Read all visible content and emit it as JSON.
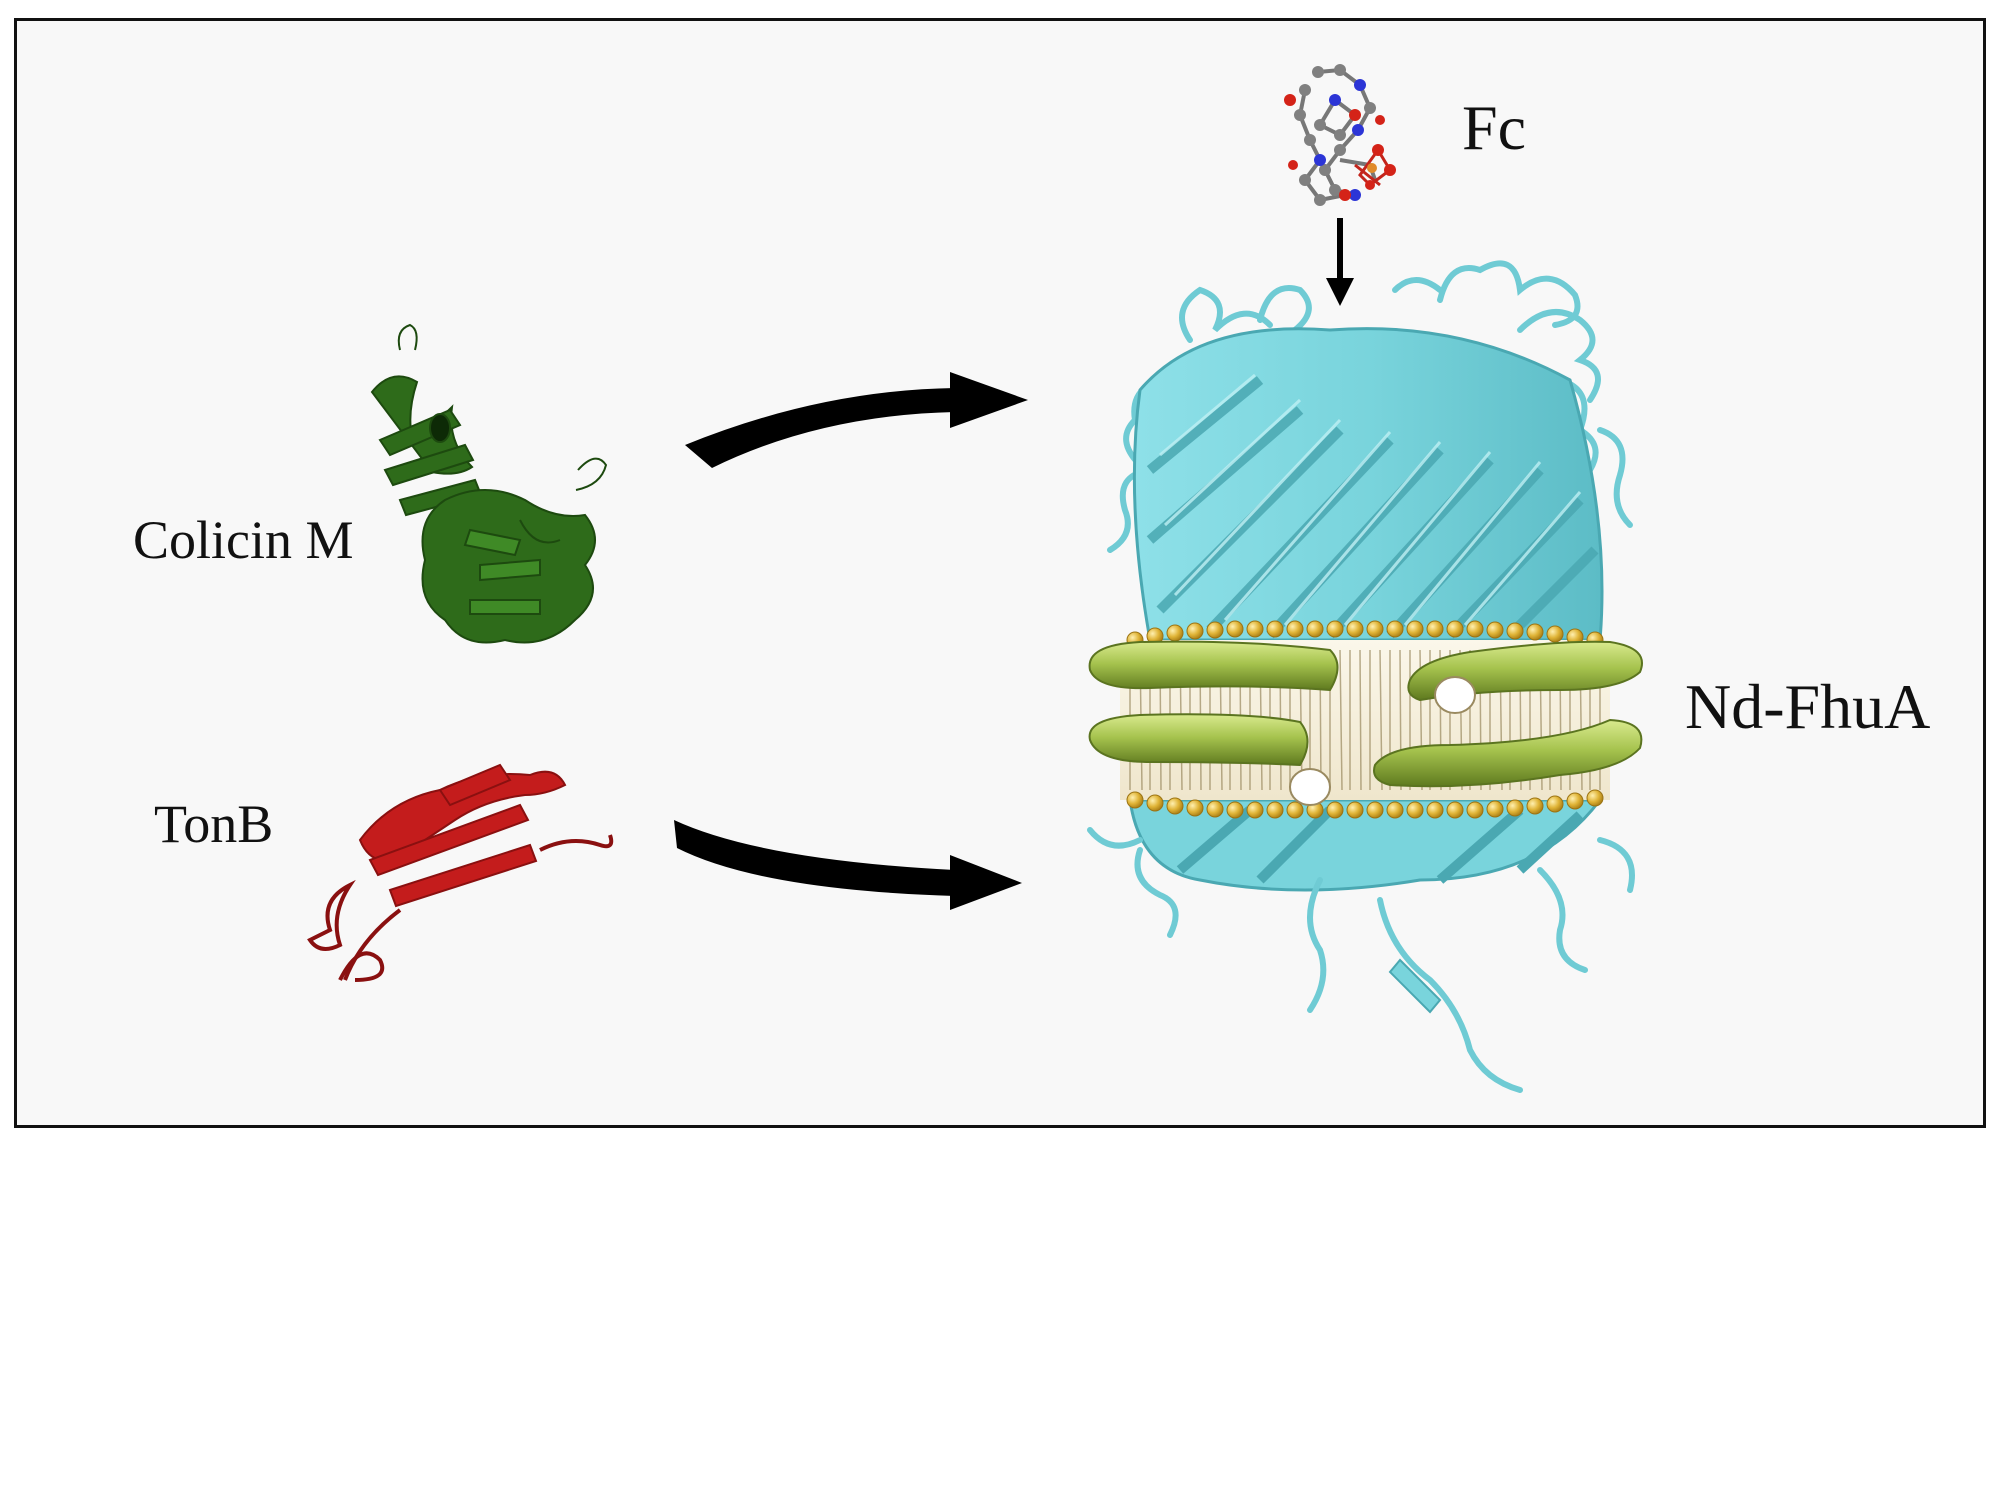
{
  "labels": {
    "colicin": "Colicin M",
    "tonb": "TonB",
    "ferrichrome": "Fc",
    "nanodisc_fhua": "Nd-FhuA"
  },
  "colors": {
    "panel_background": "#f8f8f8",
    "colicin_m": "#2e6b1a",
    "tonb": "#c41c1c",
    "fhua": "#79d4dc",
    "belt_protein": "#a6c34e",
    "lipid_heads": "#e0b437",
    "arrows": "#000000"
  },
  "icons": {
    "colicin_structure": "protein-ribbon-green",
    "tonb_structure": "protein-ribbon-red",
    "ferrichrome_molecule": "ball-and-stick-molecule",
    "fhua_barrel": "beta-barrel-protein",
    "nanodisc": "lipid-nanodisc-with-belt"
  }
}
